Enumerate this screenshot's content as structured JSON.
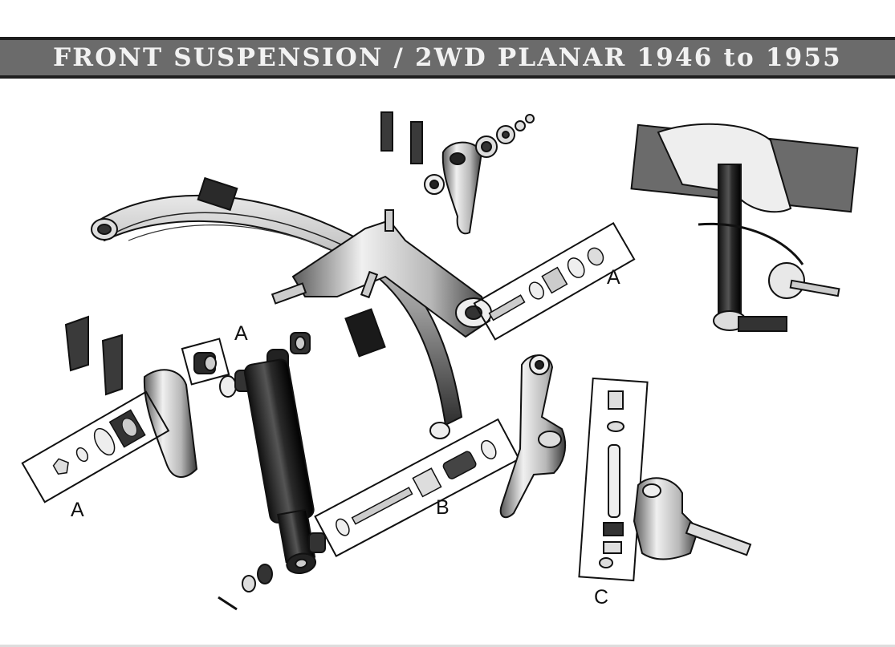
{
  "title": "FRONT SUSPENSION / 2WD PLANAR 1946 to 1955",
  "labels": {
    "a_right": "A",
    "a_middle": "A",
    "a_left": "A",
    "b": "B",
    "c": "C"
  },
  "colors": {
    "title_bar": "#6b6b6b",
    "title_border": "#1e1e1e",
    "title_text": "#f2f2f2",
    "ink": "#111111",
    "metal_light": "#d9d9d9",
    "metal_dark": "#2a2a2a"
  }
}
